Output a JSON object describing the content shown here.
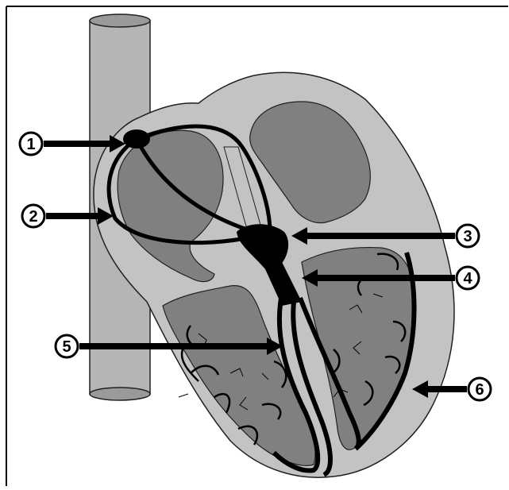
{
  "diagram": {
    "labels": [
      {
        "id": "label-1",
        "text": "1"
      },
      {
        "id": "label-2",
        "text": "2"
      },
      {
        "id": "label-3",
        "text": "3"
      },
      {
        "id": "label-4",
        "text": "4"
      },
      {
        "id": "label-5",
        "text": "5"
      },
      {
        "id": "label-6",
        "text": "6"
      }
    ],
    "colors": {
      "outer_tissue": "#c3c3c3",
      "chamber": "#808080",
      "vessel": "#b5b5b5",
      "outline": "#202020",
      "conduction": "#000000"
    }
  }
}
